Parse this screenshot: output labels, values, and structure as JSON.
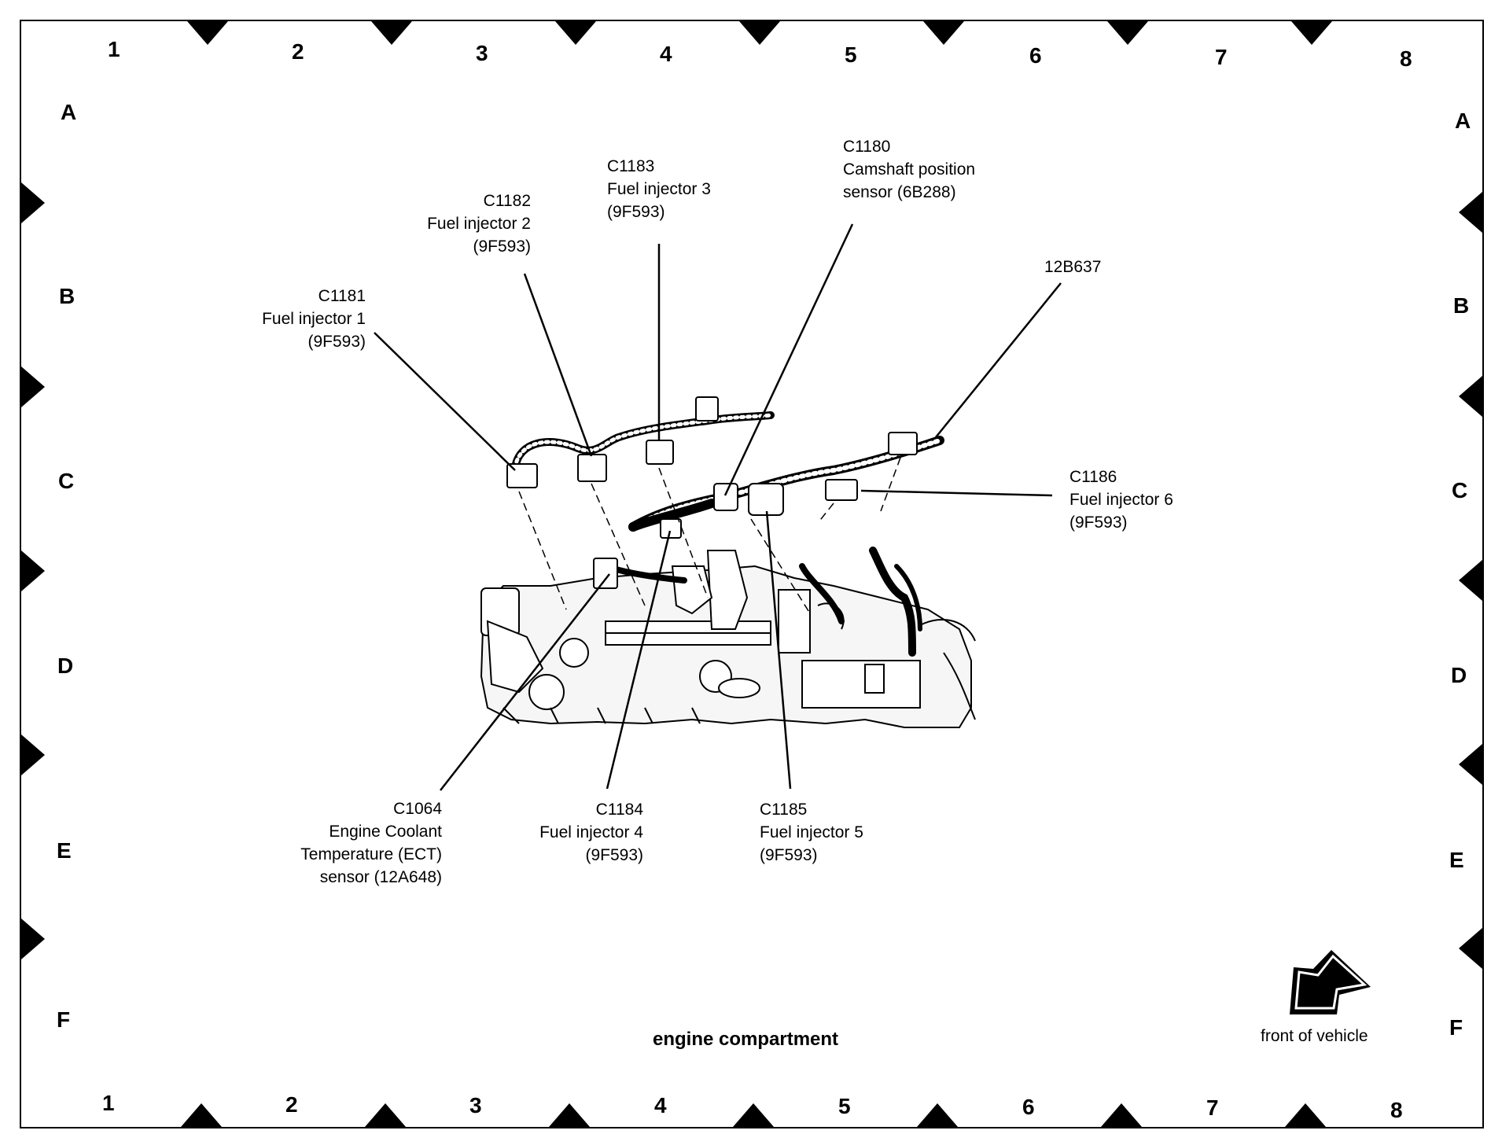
{
  "grid": {
    "columns": [
      "1",
      "2",
      "3",
      "4",
      "5",
      "6",
      "7",
      "8"
    ],
    "rows": [
      "A",
      "B",
      "C",
      "D",
      "E",
      "F"
    ]
  },
  "callouts": {
    "c1181": {
      "ref": "C1181",
      "name": "Fuel injector 1",
      "part": "(9F593)"
    },
    "c1182": {
      "ref": "C1182",
      "name": "Fuel injector 2",
      "part": "(9F593)"
    },
    "c1183": {
      "ref": "C1183",
      "name": "Fuel injector 3",
      "part": "(9F593)"
    },
    "c1180": {
      "ref": "C1180",
      "name": "Camshaft position",
      "name2": "sensor (6B288)"
    },
    "h12b637": {
      "ref": "12B637"
    },
    "c1186": {
      "ref": "C1186",
      "name": "Fuel injector 6",
      "part": "(9F593)"
    },
    "c1064": {
      "ref": "C1064",
      "name": "Engine Coolant",
      "name2": "Temperature (ECT)",
      "part": "sensor (12A648)"
    },
    "c1184": {
      "ref": "C1184",
      "name": "Fuel injector 4",
      "part": "(9F593)"
    },
    "c1185": {
      "ref": "C1185",
      "name": "Fuel injector 5",
      "part": "(9F593)"
    }
  },
  "caption": "engine compartment",
  "orientation": {
    "label": "front of vehicle",
    "icon": "arrow-down-left-icon"
  }
}
